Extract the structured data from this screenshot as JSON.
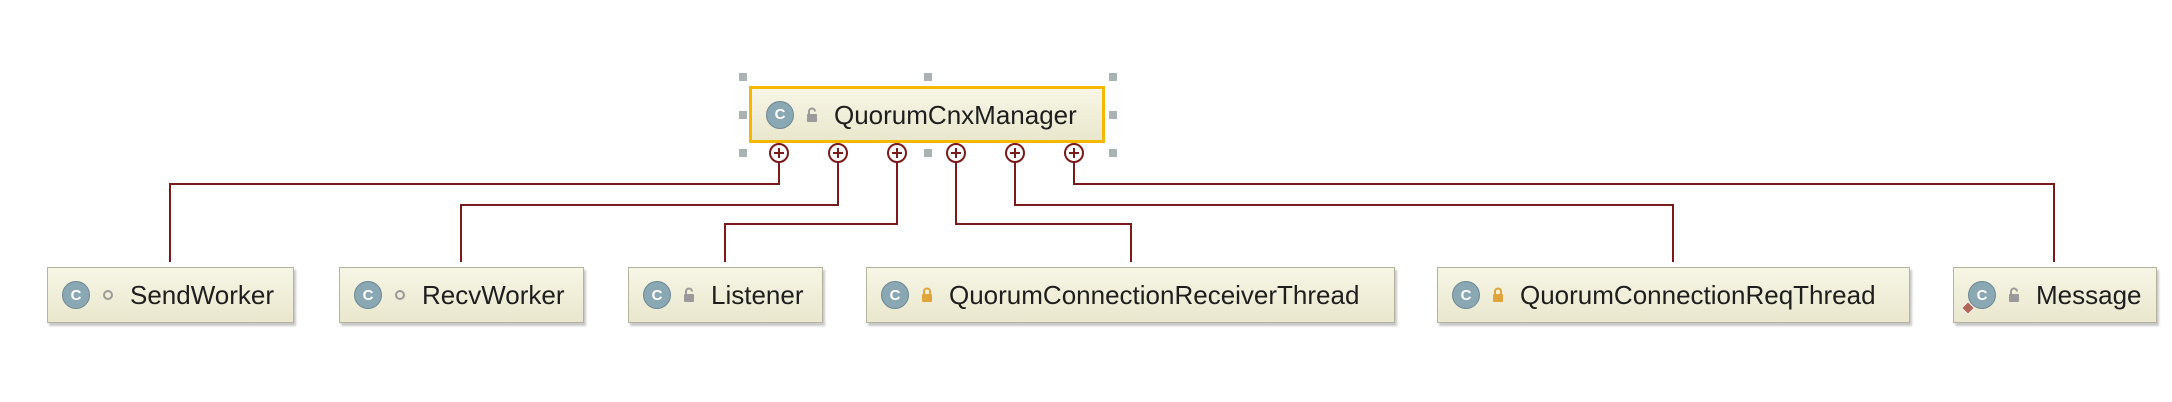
{
  "diagram": {
    "root": {
      "label": "QuorumCnxManager",
      "kind_letter": "C",
      "visibility": "public",
      "selected": true
    },
    "children": [
      {
        "label": "SendWorker",
        "kind_letter": "C",
        "visibility": "package-private"
      },
      {
        "label": "RecvWorker",
        "kind_letter": "C",
        "visibility": "package-private"
      },
      {
        "label": "Listener",
        "kind_letter": "C",
        "visibility": "public"
      },
      {
        "label": "QuorumConnectionReceiverThread",
        "kind_letter": "C",
        "visibility": "private"
      },
      {
        "label": "QuorumConnectionReqThread",
        "kind_letter": "C",
        "visibility": "private"
      },
      {
        "label": "Message",
        "kind_letter": "C",
        "visibility": "public",
        "abstract_marker": true
      }
    ],
    "edges": [
      {
        "from": "QuorumCnxManager",
        "to": "SendWorker",
        "type": "inner-class"
      },
      {
        "from": "QuorumCnxManager",
        "to": "RecvWorker",
        "type": "inner-class"
      },
      {
        "from": "QuorumCnxManager",
        "to": "Listener",
        "type": "inner-class"
      },
      {
        "from": "QuorumCnxManager",
        "to": "QuorumConnectionReceiverThread",
        "type": "inner-class"
      },
      {
        "from": "QuorumCnxManager",
        "to": "QuorumConnectionReqThread",
        "type": "inner-class"
      },
      {
        "from": "QuorumCnxManager",
        "to": "Message",
        "type": "inner-class"
      }
    ],
    "colors": {
      "edge": "#7b1a1a",
      "selection": "#f5b800",
      "class_icon": "#8aa7b4",
      "lock_private": "#e0a53a",
      "node_fill": "#f2f1dc"
    },
    "icons": {
      "class": "class-c-icon",
      "public": "open-lock-icon",
      "package": "dot-icon",
      "private": "closed-lock-icon",
      "connector": "circle-plus-icon"
    }
  }
}
